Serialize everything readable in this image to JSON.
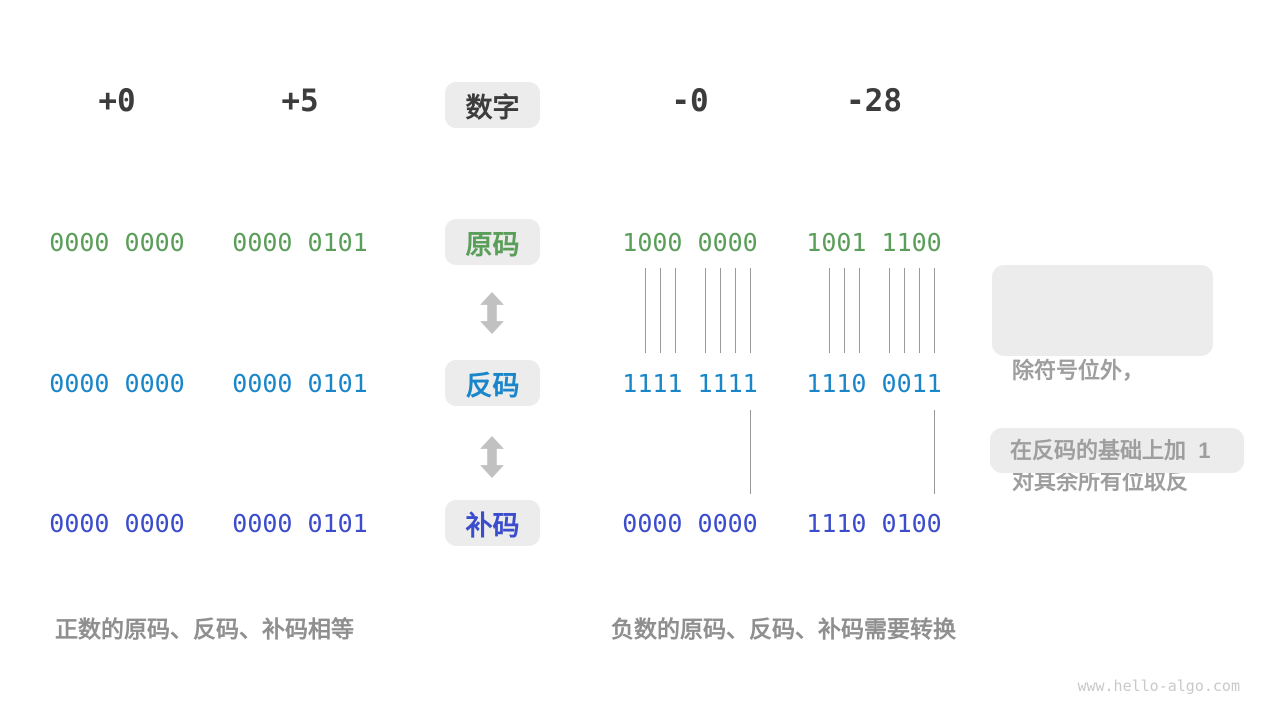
{
  "columns": {
    "headers": [
      {
        "label": "+0"
      },
      {
        "label": "+5"
      },
      {
        "label": "-0"
      },
      {
        "label": "-28"
      }
    ],
    "center_label": "数字"
  },
  "rows": [
    {
      "name": "sign-magnitude",
      "label": "原码",
      "color": "#5a9e5a",
      "values": [
        "0000 0000",
        "0000 0101",
        "1000 0000",
        "1001 1100"
      ]
    },
    {
      "name": "ones-complement",
      "label": "反码",
      "color": "#1a86ca",
      "values": [
        "0000 0000",
        "0000 0101",
        "1111 1111",
        "1110 0011"
      ]
    },
    {
      "name": "twos-complement",
      "label": "补码",
      "color": "#3b4ccc",
      "values": [
        "0000 0000",
        "0000 0101",
        "0000 0000",
        "1110 0100"
      ]
    }
  ],
  "annotations": {
    "invert_line1": "除符号位外，",
    "invert_line2": "对其余所有位取反",
    "add_one": "在反码的基础上加  1"
  },
  "captions": {
    "positive": "正数的原码、反码、补码相等",
    "negative": "负数的原码、反码、补码需要转换"
  },
  "watermark": "www.hello-algo.com",
  "colors": {
    "header_text": "#3c3c3c",
    "sign_magnitude": "#5a9e5a",
    "ones_complement": "#1a86ca",
    "twos_complement": "#3b4ccc",
    "badge_background": "#ececec",
    "annotation_text": "#9e9e9e",
    "caption_text": "#8f8f8f",
    "arrow": "#c1c1c1",
    "tick_line": "#9a9a9a",
    "watermark": "#c9c9c9"
  }
}
